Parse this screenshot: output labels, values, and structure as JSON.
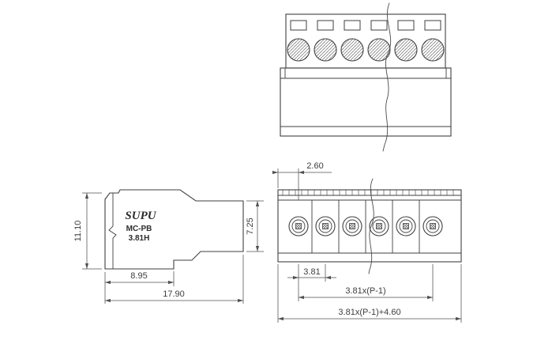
{
  "part": {
    "brand": "SUPU",
    "model": "MC-PB",
    "pitch_code": "3.81H"
  },
  "side_view": {
    "dim_total_height": "11.10",
    "dim_plug_height": "7.25",
    "dim_body_depth": "8.95",
    "dim_total_depth": "17.90"
  },
  "top_view": {
    "dim_end_offset": "2.60",
    "dim_pitch": "3.81",
    "dim_pitch_span": "3.81x(P-1)",
    "dim_total_width": "3.81x(P-1)+4.60"
  },
  "colors": {
    "outline": "#3f3f3f",
    "dimension": "#4f4f4f",
    "background": "#ffffff"
  }
}
